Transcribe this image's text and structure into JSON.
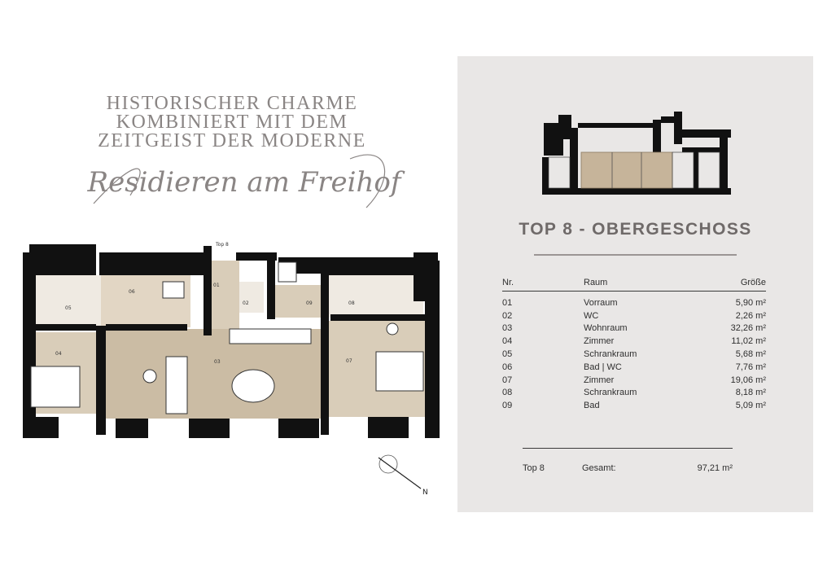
{
  "headline": {
    "lines": [
      "HISTORISCHER CHARME",
      "KOMBINIERT MIT DEM",
      "ZEITGEIST DER MODERNE"
    ],
    "script_text": "Residieren am Freihof"
  },
  "floorplan": {
    "entrance_label": "Top 8",
    "room_labels": [
      "01",
      "02",
      "03",
      "04",
      "05",
      "06",
      "07",
      "08",
      "09"
    ]
  },
  "compass": {
    "label": "N"
  },
  "panel": {
    "title": "TOP 8 - OBERGESCHOSS",
    "table": {
      "headers": {
        "nr": "Nr.",
        "raum": "Raum",
        "groesse": "Größe"
      },
      "rows": [
        {
          "nr": "01",
          "raum": "Vorraum",
          "groesse": "5,90 m²"
        },
        {
          "nr": "02",
          "raum": "WC",
          "groesse": "2,26 m²"
        },
        {
          "nr": "03",
          "raum": "Wohnraum",
          "groesse": "32,26 m²"
        },
        {
          "nr": "04",
          "raum": "Zimmer",
          "groesse": "11,02 m²"
        },
        {
          "nr": "05",
          "raum": "Schrankraum",
          "groesse": "5,68 m²"
        },
        {
          "nr": "06",
          "raum": "Bad | WC",
          "groesse": "7,76 m²"
        },
        {
          "nr": "07",
          "raum": "Zimmer",
          "groesse": "19,06 m²"
        },
        {
          "nr": "08",
          "raum": "Schrankraum",
          "groesse": "8,18 m²"
        },
        {
          "nr": "09",
          "raum": "Bad",
          "groesse": "5,09 m²"
        }
      ]
    },
    "summary": {
      "unit": "Top 8",
      "label": "Gesamt:",
      "total": "97,21 m²"
    }
  },
  "colors": {
    "highlight": "#c6b49a",
    "room_fill": "#d9cdb9",
    "wall": "#111111",
    "panel_bg": "#e9e7e6",
    "title": "#6f6a69",
    "headline": "#8a8584"
  }
}
